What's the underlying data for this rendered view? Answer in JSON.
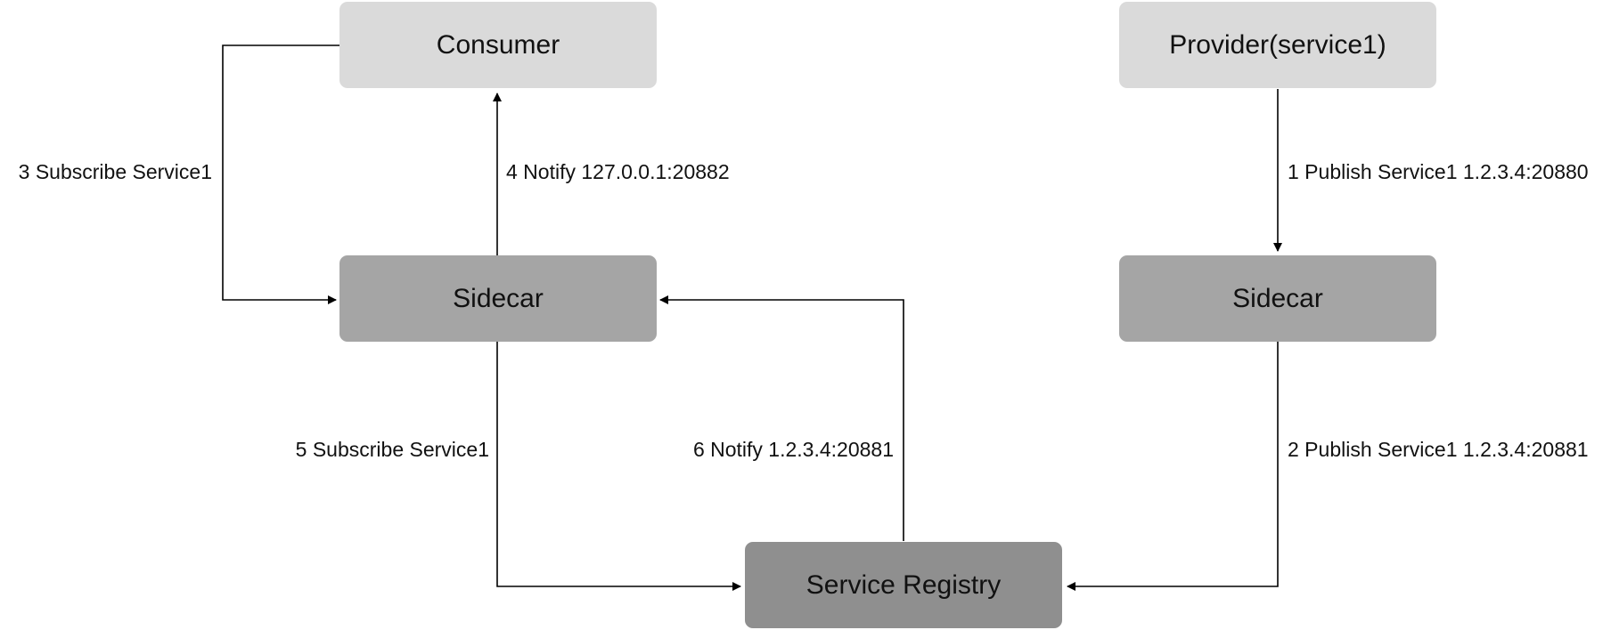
{
  "colors": {
    "light_node": "#dadada",
    "sidecar_node": "#a5a5a5",
    "registry_node": "#8f8f8f",
    "edge": "#000000"
  },
  "nodes": {
    "consumer": "Consumer",
    "provider": "Provider(service1)",
    "consumer_sidecar": "Sidecar",
    "provider_sidecar": "Sidecar",
    "registry": "Service Registry"
  },
  "edges": {
    "publish_provider": "1 Publish Service1 1.2.3.4:20880",
    "publish_registry": "2 Publish Service1 1.2.3.4:20881",
    "subscribe_consumer": "3 Subscribe Service1",
    "notify_consumer": "4 Notify 127.0.0.1:20882",
    "subscribe_registry": "5 Subscribe Service1",
    "notify_registry": "6 Notify 1.2.3.4:20881"
  }
}
